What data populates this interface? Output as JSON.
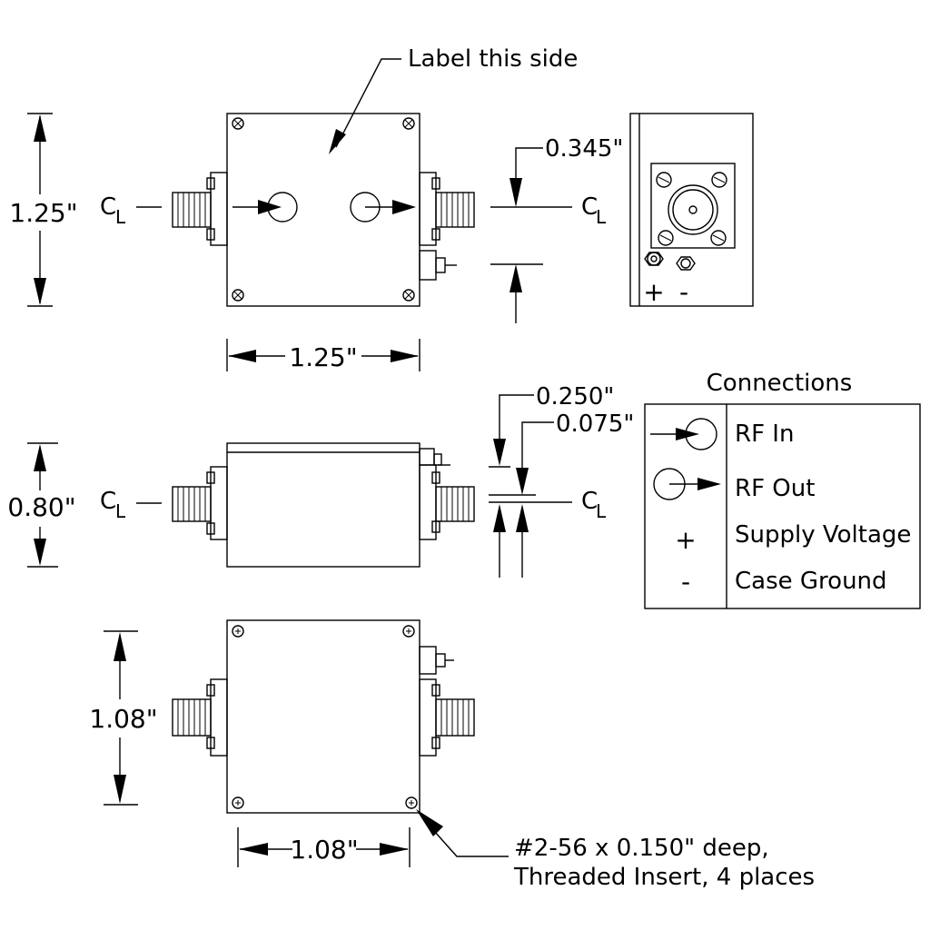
{
  "top_view": {
    "label_callout": "Label this side",
    "height_dim": "1.25\"",
    "width_dim": "1.25\"",
    "offset_dim": "0.345\"",
    "centerline_letter": "C",
    "centerline_sub": "L",
    "plus_sign": "+",
    "minus_sign": "-"
  },
  "side_view": {
    "height_dim": "0.80\"",
    "dim_a": "0.250\"",
    "dim_b": "0.075\"",
    "centerline_letter": "C",
    "centerline_sub": "L"
  },
  "bottom_view": {
    "height_dim": "1.08\"",
    "width_dim": "1.08\"",
    "note_line1": "#2-56 x 0.150\" deep,",
    "note_line2": "Threaded Insert, 4 places"
  },
  "legend": {
    "title": "Connections",
    "rows": [
      {
        "symbol": "rf-in-icon",
        "label": "RF In"
      },
      {
        "symbol": "rf-out-icon",
        "label": "RF Out"
      },
      {
        "symbol": "+",
        "label": "Supply Voltage"
      },
      {
        "symbol": "-",
        "label": "Case Ground"
      }
    ]
  }
}
